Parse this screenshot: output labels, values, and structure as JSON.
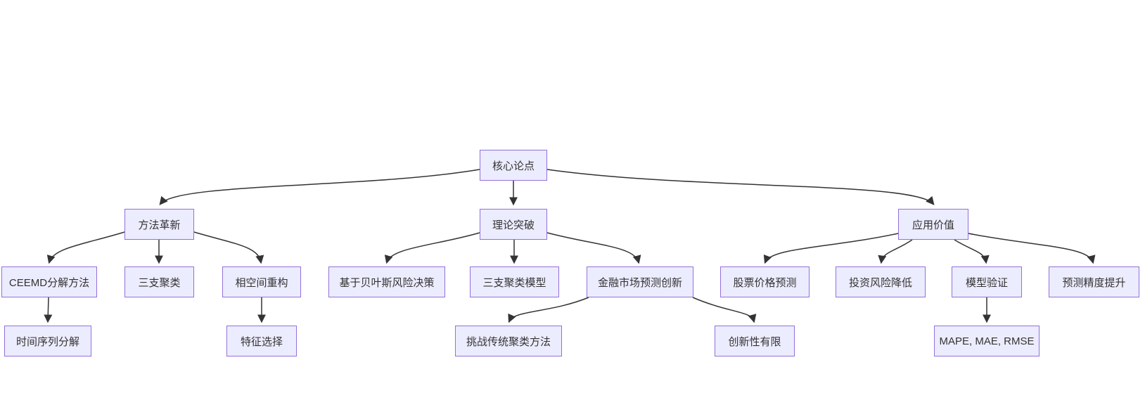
{
  "diagram": {
    "type": "flowchart-top-down",
    "colors": {
      "node_fill": "#ECECFF",
      "node_border": "#9370DB",
      "edge_stroke": "#333333",
      "text": "#333333",
      "background": "#FFFFFF"
    },
    "nodes": [
      {
        "id": "core-argument",
        "label": "核心论点"
      },
      {
        "id": "method-innovation",
        "label": "方法革新"
      },
      {
        "id": "theory-breakthrough",
        "label": "理论突破"
      },
      {
        "id": "application-value",
        "label": "应用价值"
      },
      {
        "id": "ceemd-decomposition",
        "label": "CEEMD分解方法"
      },
      {
        "id": "three-way-clustering",
        "label": "三支聚类"
      },
      {
        "id": "phase-space-reconstruction",
        "label": "相空间重构"
      },
      {
        "id": "bayesian-risk-decision",
        "label": "基于贝叶斯风险决策"
      },
      {
        "id": "three-way-clustering-model",
        "label": "三支聚类模型"
      },
      {
        "id": "financial-market-prediction-innovation",
        "label": "金融市场预测创新"
      },
      {
        "id": "stock-price-prediction",
        "label": "股票价格预测"
      },
      {
        "id": "investment-risk-reduction",
        "label": "投资风险降低"
      },
      {
        "id": "model-validation",
        "label": "模型验证"
      },
      {
        "id": "prediction-accuracy-improvement",
        "label": "预测精度提升"
      },
      {
        "id": "time-series-decomposition",
        "label": "时间序列分解"
      },
      {
        "id": "feature-selection",
        "label": "特征选择"
      },
      {
        "id": "challenge-traditional-clustering",
        "label": "挑战传统聚类方法"
      },
      {
        "id": "limited-innovation",
        "label": "创新性有限"
      },
      {
        "id": "mape-mae-rmse",
        "label": "MAPE, MAE, RMSE"
      }
    ],
    "edges": [
      {
        "from": "核心论点",
        "to": "方法革新"
      },
      {
        "from": "核心论点",
        "to": "理论突破"
      },
      {
        "from": "核心论点",
        "to": "应用价值"
      },
      {
        "from": "方法革新",
        "to": "CEEMD分解方法"
      },
      {
        "from": "方法革新",
        "to": "三支聚类"
      },
      {
        "from": "方法革新",
        "to": "相空间重构"
      },
      {
        "from": "理论突破",
        "to": "基于贝叶斯风险决策"
      },
      {
        "from": "理论突破",
        "to": "三支聚类模型"
      },
      {
        "from": "理论突破",
        "to": "金融市场预测创新"
      },
      {
        "from": "应用价值",
        "to": "股票价格预测"
      },
      {
        "from": "应用价值",
        "to": "投资风险降低"
      },
      {
        "from": "应用价值",
        "to": "模型验证"
      },
      {
        "from": "应用价值",
        "to": "预测精度提升"
      },
      {
        "from": "CEEMD分解方法",
        "to": "时间序列分解"
      },
      {
        "from": "相空间重构",
        "to": "特征选择"
      },
      {
        "from": "金融市场预测创新",
        "to": "挑战传统聚类方法"
      },
      {
        "from": "金融市场预测创新",
        "to": "创新性有限"
      },
      {
        "from": "模型验证",
        "to": "MAPE, MAE, RMSE"
      }
    ]
  }
}
